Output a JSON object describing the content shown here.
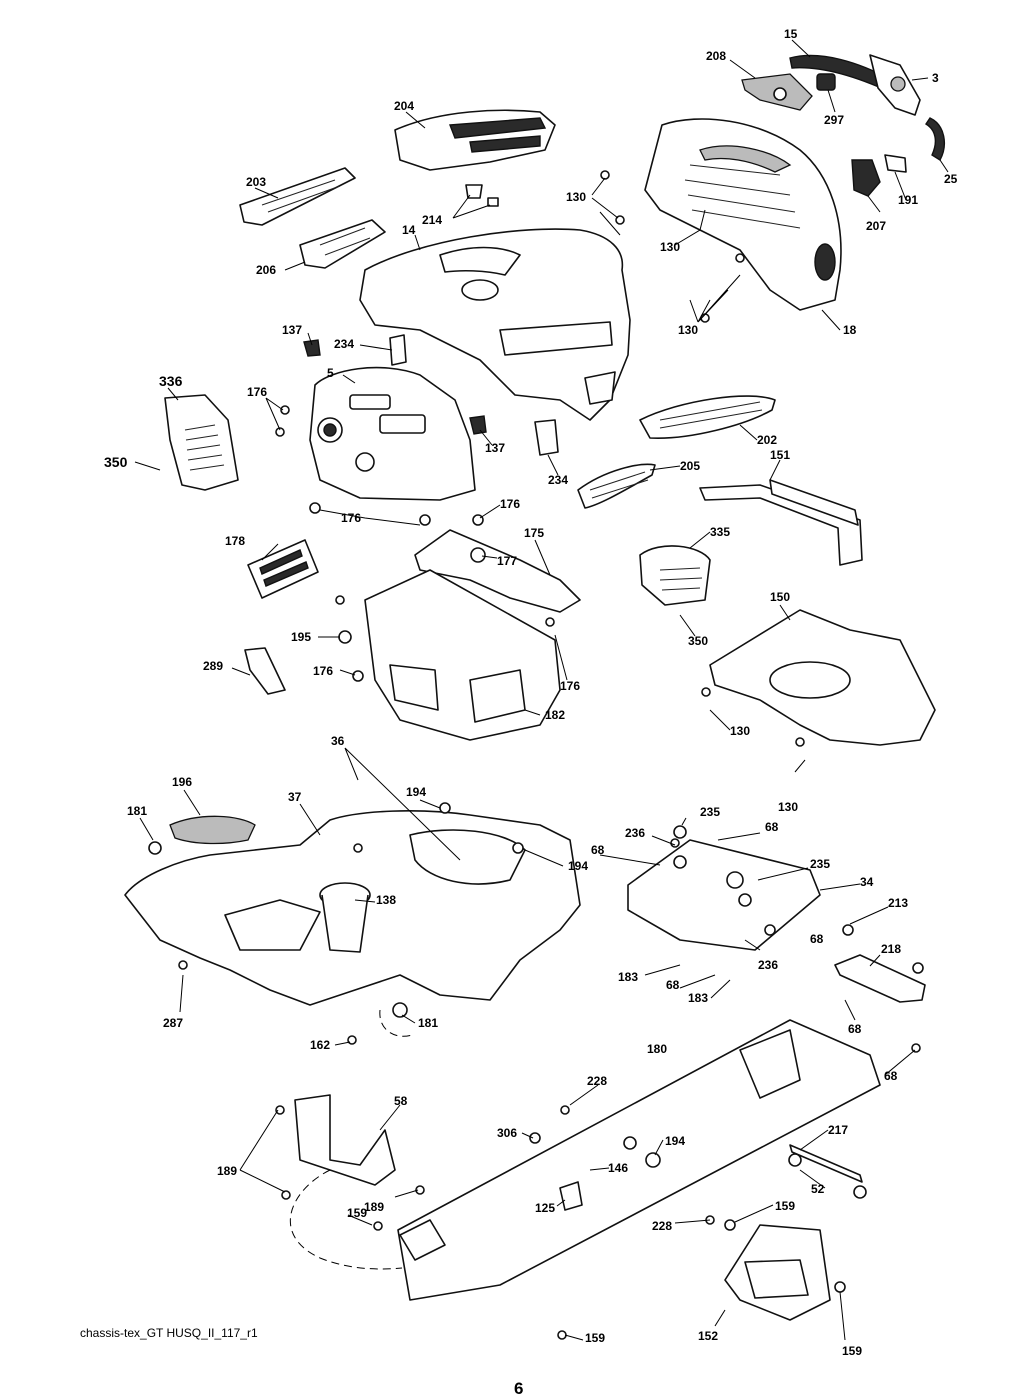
{
  "document": {
    "footer_label": "chassis-tex_GT HUSQ_II_117_r1",
    "page_number": "6"
  },
  "callouts": {
    "c15": "15",
    "c208": "208",
    "c3": "3",
    "c297": "297",
    "c25": "25",
    "c204": "204",
    "c130a": "130",
    "c130b": "130",
    "c130c": "130",
    "c130d": "130",
    "c130e": "130",
    "c207": "207",
    "c191": "191",
    "c203": "203",
    "c214": "214",
    "c14": "14",
    "c18": "18",
    "c206": "206",
    "c137a": "137",
    "c234a": "234",
    "c5": "5",
    "c336": "336",
    "c176a": "176",
    "c350a": "350",
    "c137b": "137",
    "c234b": "234",
    "c202": "202",
    "c205": "205",
    "c151": "151",
    "c176b": "176",
    "c176c": "176",
    "c178": "178",
    "c175": "175",
    "c177": "177",
    "c335": "335",
    "c195": "195",
    "c350b": "350",
    "c150": "150",
    "c289": "289",
    "c176d": "176",
    "c176e": "176",
    "c182": "182",
    "c36": "36",
    "c196": "196",
    "c37": "37",
    "c194a": "194",
    "c235a": "235",
    "c181a": "181",
    "c236a": "236",
    "c68a": "68",
    "c194b": "194",
    "c68b": "68",
    "c235b": "235",
    "c34": "34",
    "c138": "138",
    "c213": "213",
    "c68c": "68",
    "c218": "218",
    "c183a": "183",
    "c68d": "68",
    "c236b": "236",
    "c183b": "183",
    "c287": "287",
    "c181b": "181",
    "c68e": "68",
    "c162": "162",
    "c180": "180",
    "c68f": "68",
    "c228a": "228",
    "c58": "58",
    "c306": "306",
    "c194c": "194",
    "c217": "217",
    "c189a": "189",
    "c146": "146",
    "c52": "52",
    "c189b": "189",
    "c125": "125",
    "c159a": "159",
    "c228b": "228",
    "c159b": "159",
    "c152": "152",
    "c159c": "159",
    "c159d": "159"
  }
}
